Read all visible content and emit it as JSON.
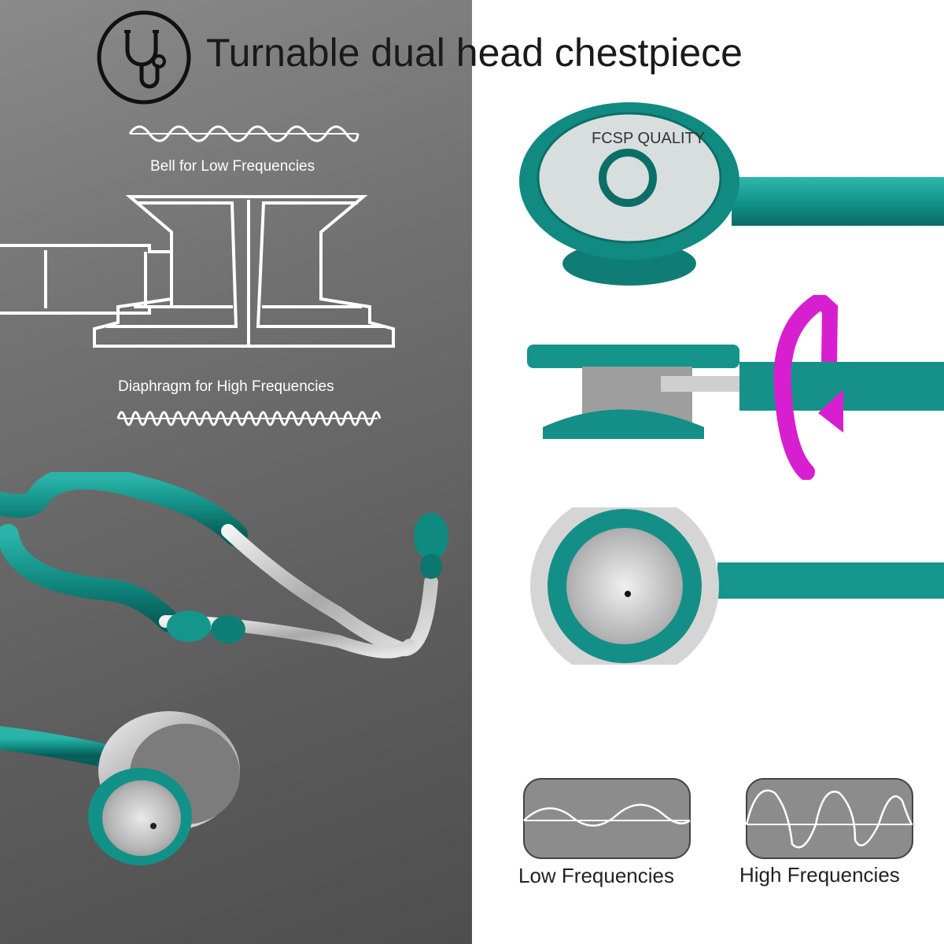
{
  "header": {
    "title": "Turnable dual head chestpiece",
    "icon": "stethoscope-icon"
  },
  "left": {
    "bell_label": "Bell for Low Frequencies",
    "diaphragm_label": "Diaphragm for High Frequencies"
  },
  "right": {
    "low_label": "Low Frequencies",
    "high_label": "High Frequencies",
    "chestpiece_top_text": "FCSP QUALITY",
    "rotate_icon": "rotate-arrow-icon"
  },
  "colors": {
    "teal": "#138f87",
    "teal_dark": "#0b6d66",
    "magenta": "#d81fd0",
    "left_bg": "#666666",
    "steel": "#c8c8c8"
  }
}
